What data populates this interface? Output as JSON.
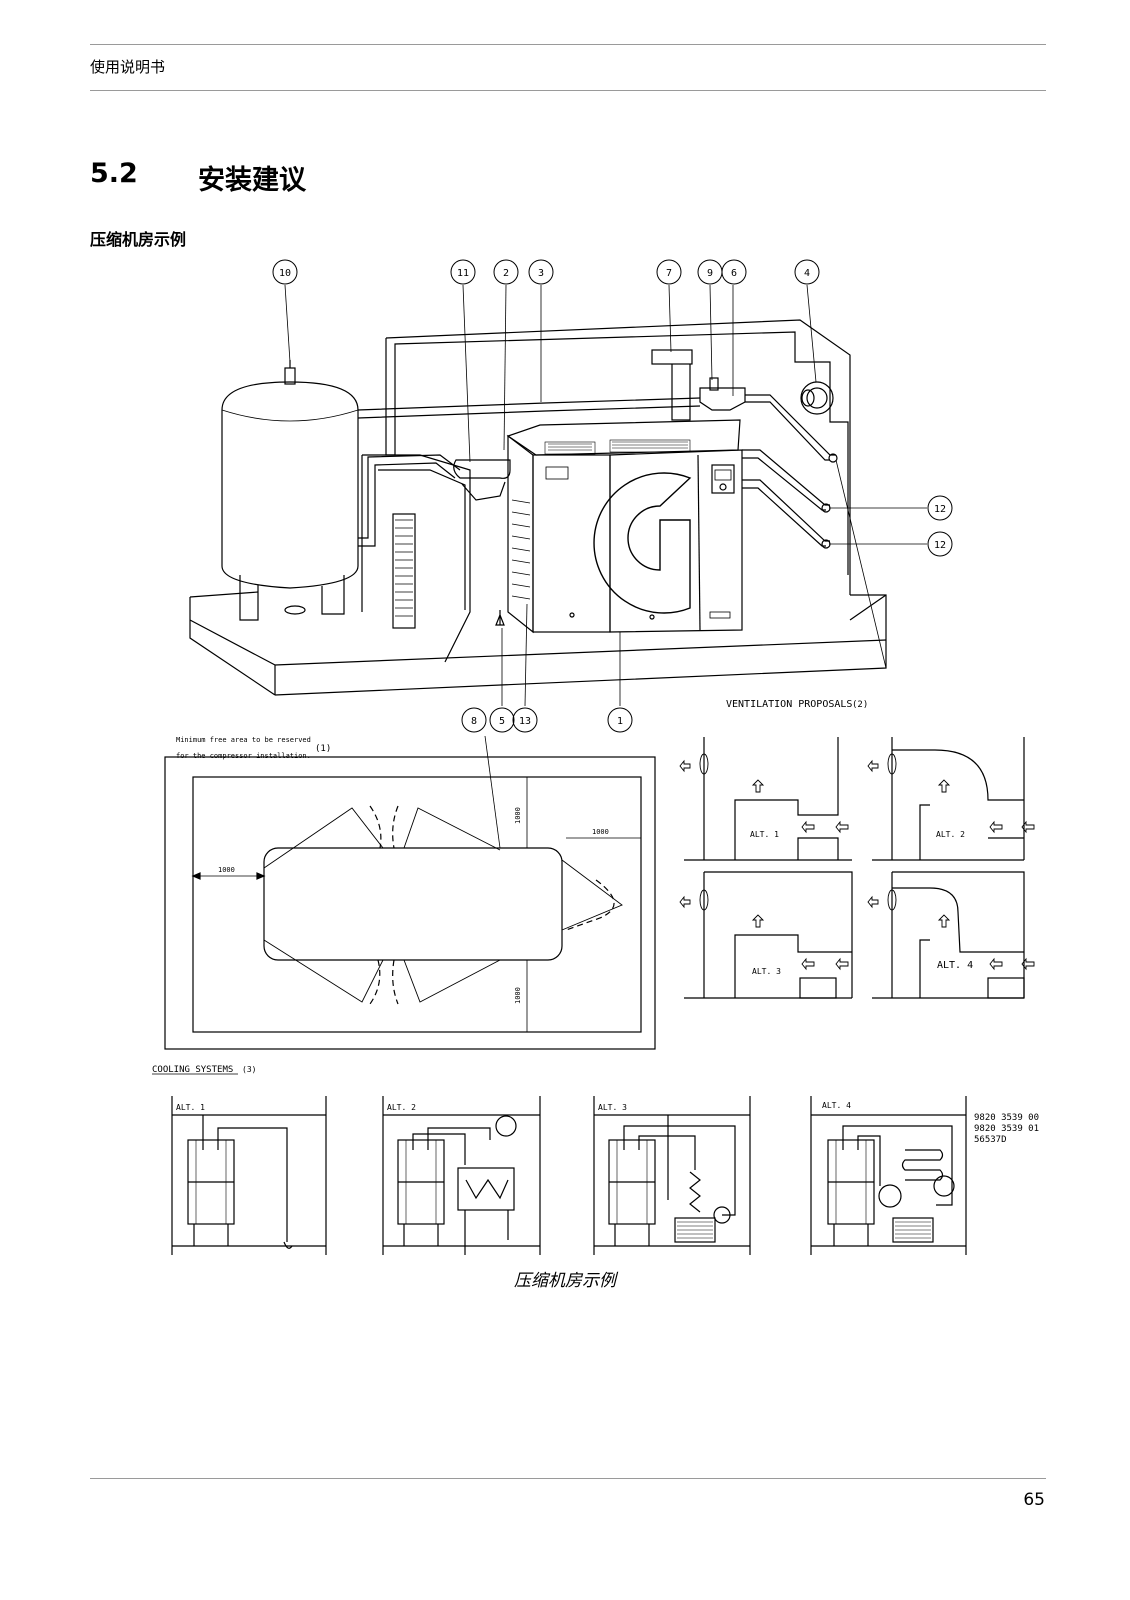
{
  "header": {
    "doc_title": "使用说明书"
  },
  "section": {
    "number": "5.2",
    "title": "安装建议"
  },
  "figure": {
    "heading": "压缩机房示例",
    "caption": "压缩机房示例",
    "callouts": [
      "10",
      "11",
      "2",
      "3",
      "7",
      "9",
      "6",
      "4",
      "12",
      "12",
      "8",
      "5",
      "13",
      "1"
    ],
    "ventilation_title": "VENTILATION PROPOSALS",
    "ventilation_ref": "(2)",
    "vent_alts": [
      "ALT. 1",
      "ALT. 2",
      "ALT. 3",
      "ALT. 4"
    ],
    "min_area_note_l1": "Minimum free area to be reserved",
    "min_area_note_l2": "for the compressor installation.",
    "min_area_ref": "(1)",
    "dim": "1000",
    "cooling_title": "COOLING SYSTEMS",
    "cooling_ref": "(3)",
    "cool_alts": [
      "ALT. 1",
      "ALT. 2",
      "ALT. 3",
      "ALT. 4"
    ],
    "drawing_codes": [
      "9820 3539 00",
      "9820 3539 01",
      "56537D"
    ]
  },
  "page_number": "65"
}
